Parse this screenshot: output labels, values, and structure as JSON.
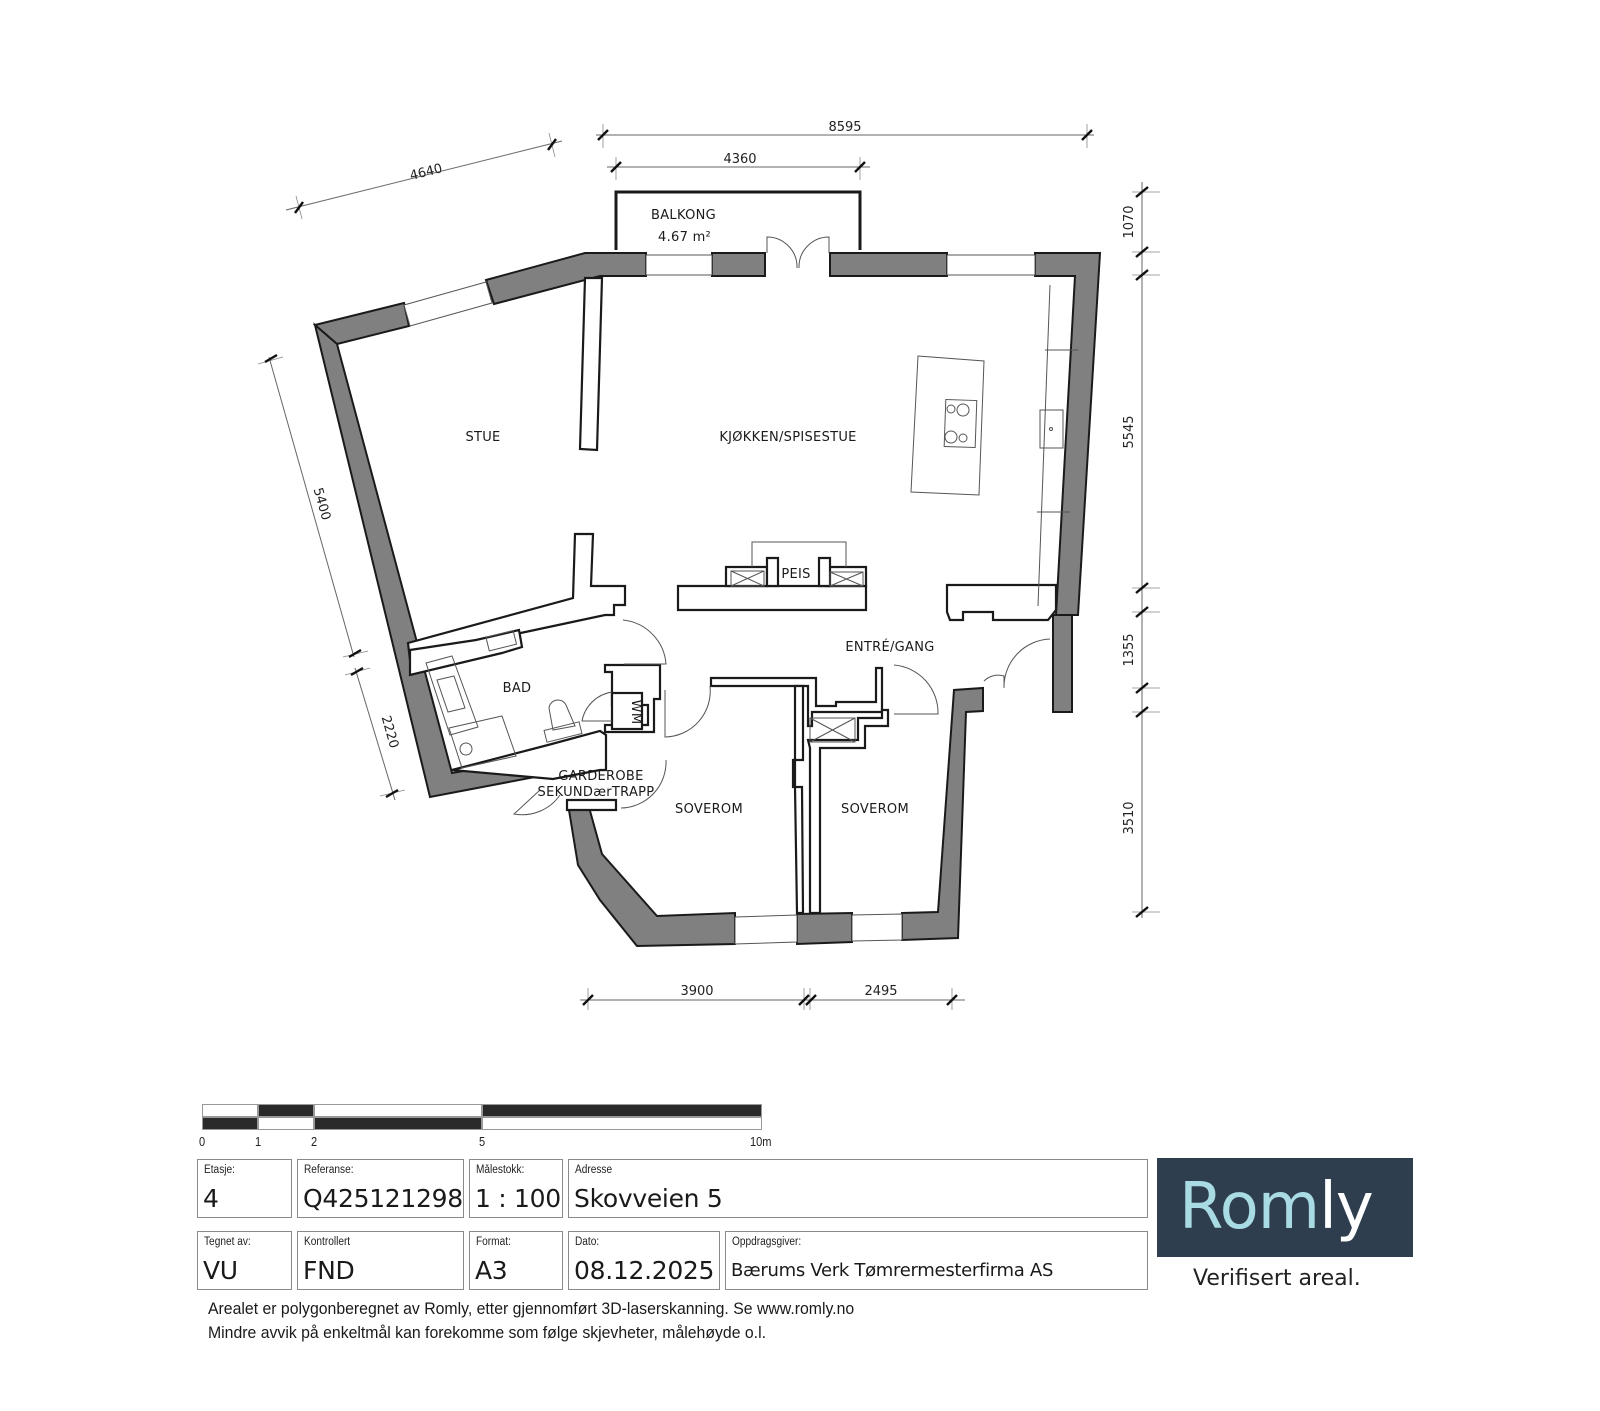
{
  "floorplan": {
    "rooms": {
      "balkong": "BALKONG",
      "balkong_area": "4.67 m²",
      "stue": "STUE",
      "kjokken": "KJØKKEN/SPISESTUE",
      "peis": "PEIS",
      "entre": "ENTRÉ/GANG",
      "bad": "BAD",
      "wm": "WM",
      "garderobe": "GARDEROBE",
      "sekundaertrapp": "SEKUNDærTRAPP",
      "soverom_1": "SOVEROM",
      "soverom_2": "SOVEROM"
    },
    "dimensions": {
      "top_total": "8595",
      "top_balcony": "4360",
      "top_left_angled": "4640",
      "left_upper": "5400",
      "left_lower": "2220",
      "right_1": "1070",
      "right_2": "5545",
      "right_3": "1355",
      "right_4": "3510",
      "bottom_1": "3900",
      "bottom_2": "2495"
    },
    "colors": {
      "wall": "#808080",
      "line": "#1a1a1a"
    }
  },
  "scale_bar": {
    "labels": [
      "0",
      "1",
      "2",
      "5",
      "10m"
    ]
  },
  "title_block": {
    "etasje": {
      "label": "Etasje:",
      "value": "4"
    },
    "referanse": {
      "label": "Referanse:",
      "value": "Q425121298"
    },
    "malestokk": {
      "label": "Målestokk:",
      "value": "1 : 100"
    },
    "adresse": {
      "label": "Adresse",
      "value": "Skovveien 5"
    },
    "tegnet_av": {
      "label": "Tegnet av:",
      "value": "VU"
    },
    "kontrollert": {
      "label": "Kontrollert",
      "value": "FND"
    },
    "format": {
      "label": "Format:",
      "value": "A3"
    },
    "dato": {
      "label": "Dato:",
      "value": "08.12.2025"
    },
    "oppdragsgiver": {
      "label": "Oppdragsgiver:",
      "value": "Bærums Verk Tømrermesterfirma AS"
    }
  },
  "footnotes": {
    "line1": "Arealet er polygonberegnet av Romly, etter gjennomført 3D-laserskanning. Se www.romly.no",
    "line2": "Mindre avvik på enkeltmål kan forekomme som følge skjevheter, målehøyde o.l."
  },
  "logo": {
    "part1": "Rom",
    "part2": "ly",
    "tagline": "Verifisert areal.",
    "bg_color": "#2e3e4e",
    "accent_color": "#a8dbe3"
  }
}
